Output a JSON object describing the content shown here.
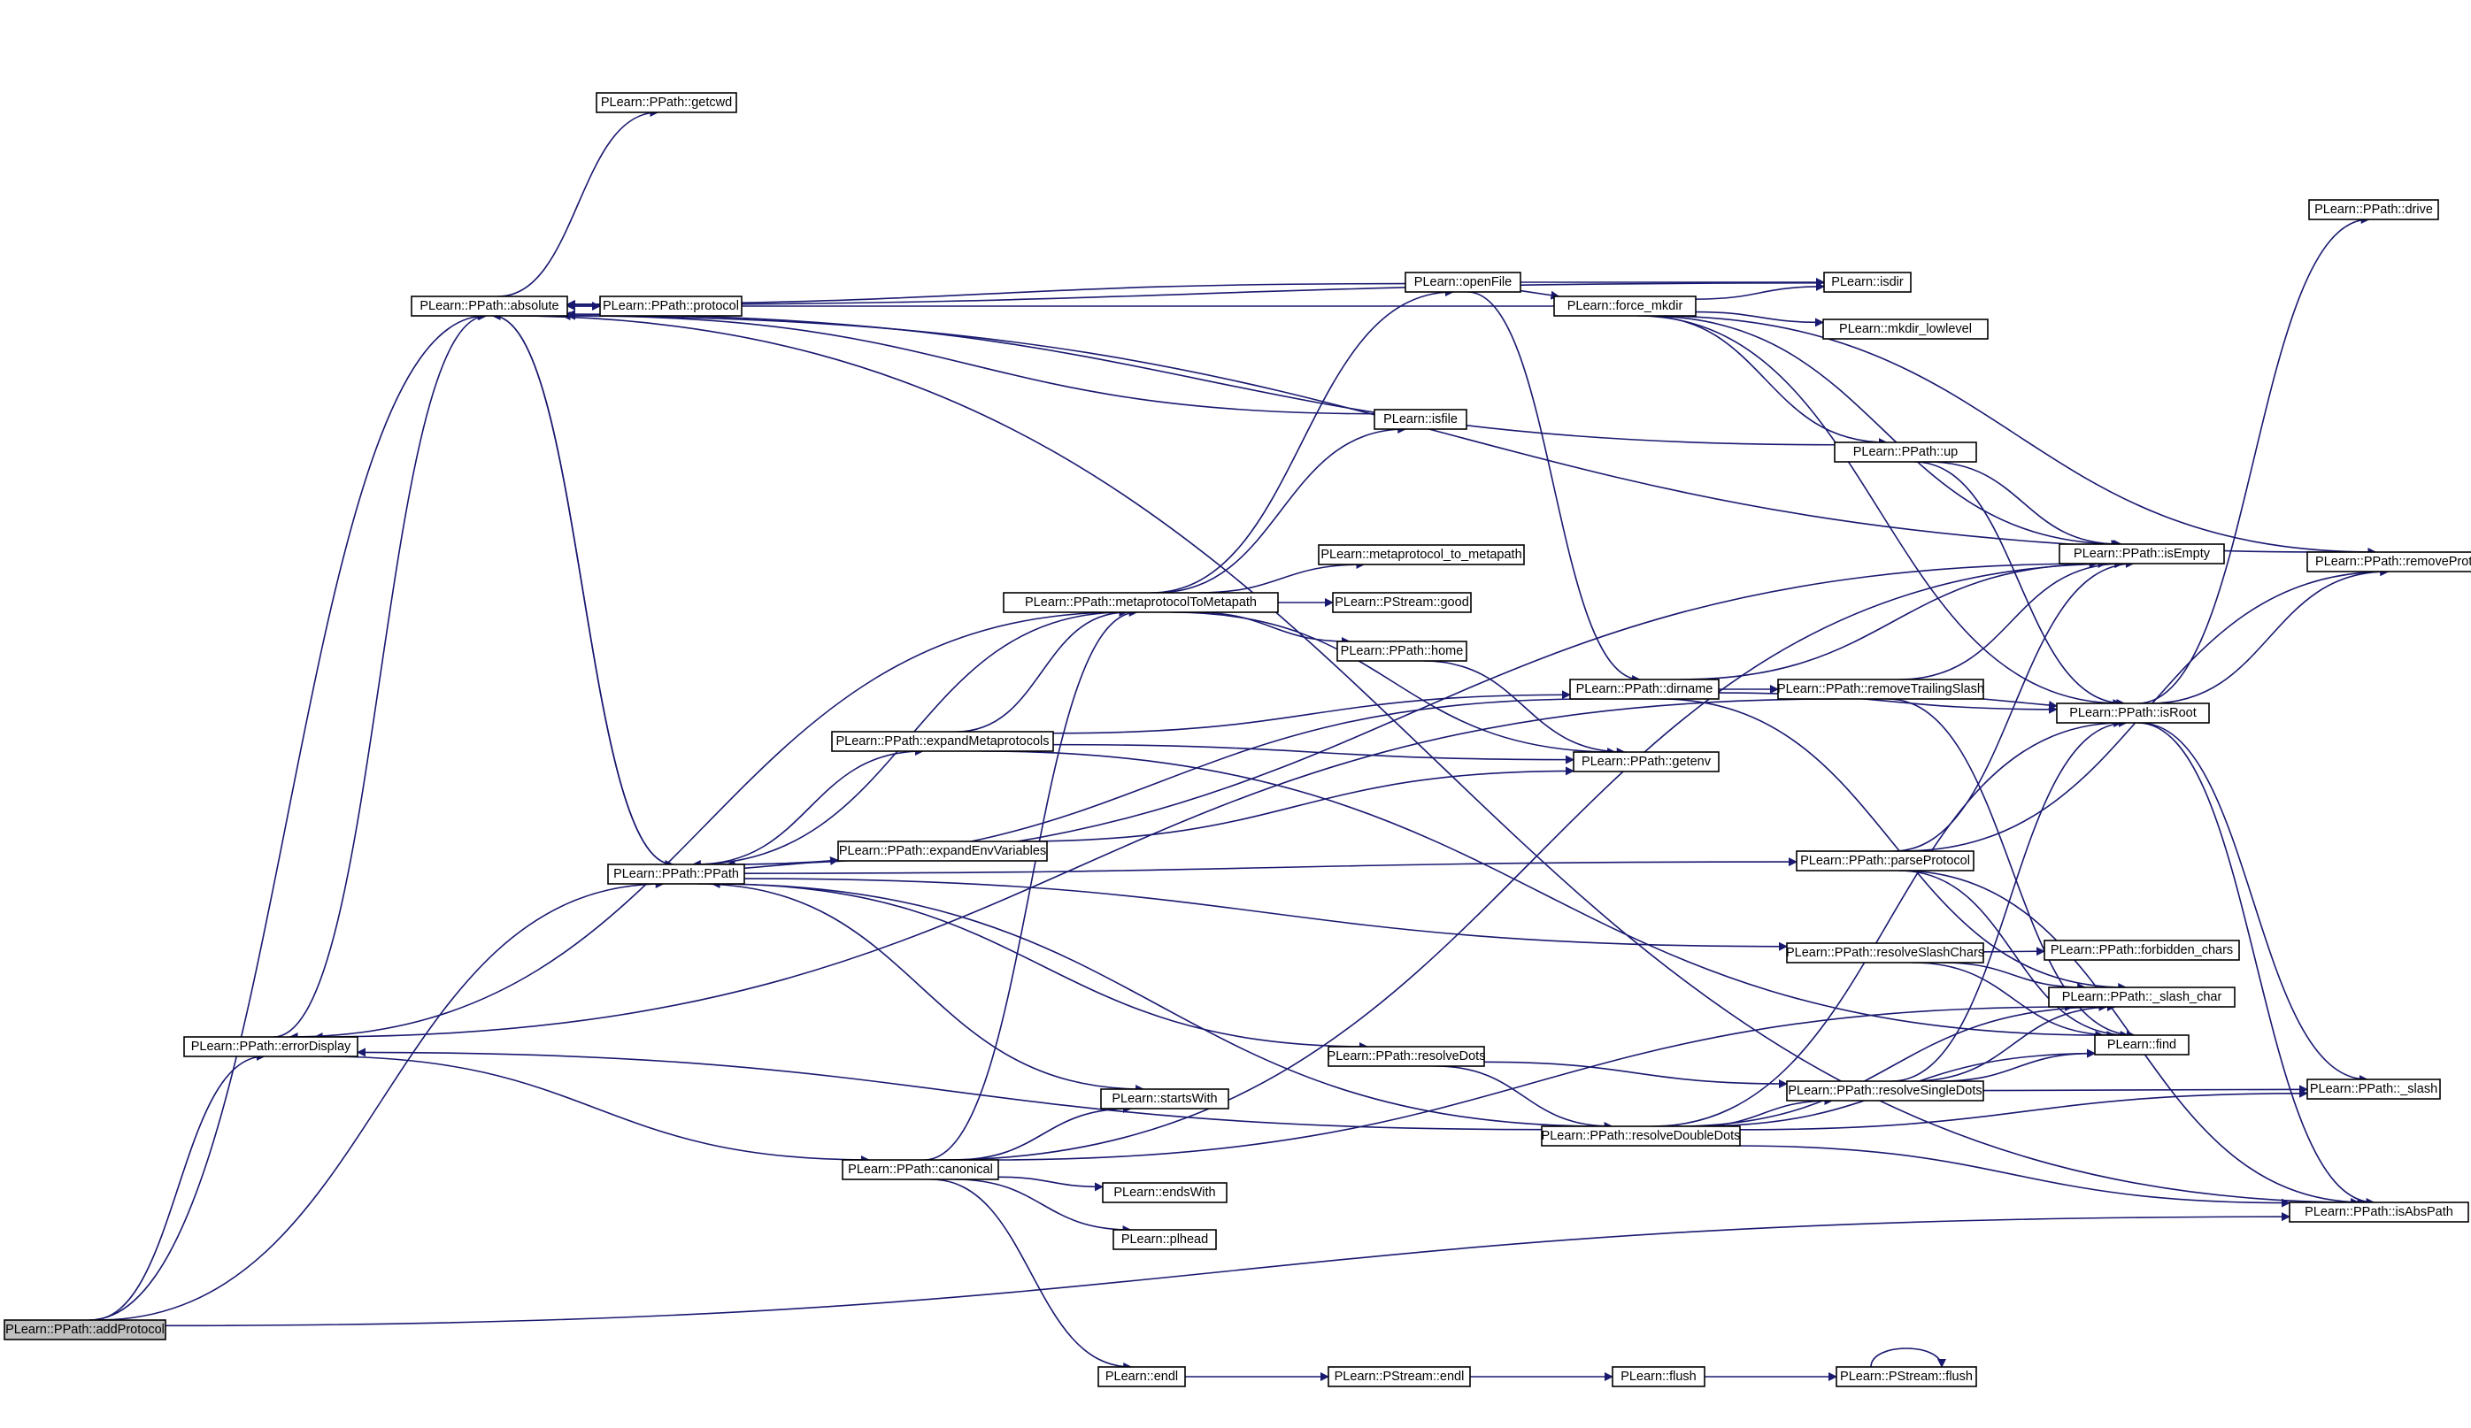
{
  "graph": {
    "nodes": [
      {
        "id": "addProtocol",
        "label": "PLearn::PPath::addProtocol",
        "current": true
      },
      {
        "id": "absolute",
        "label": "PLearn::PPath::absolute"
      },
      {
        "id": "getcwd",
        "label": "PLearn::PPath::getcwd"
      },
      {
        "id": "protocol",
        "label": "PLearn::PPath::protocol"
      },
      {
        "id": "openFile",
        "label": "PLearn::openFile"
      },
      {
        "id": "isdir",
        "label": "PLearn::isdir"
      },
      {
        "id": "force_mkdir",
        "label": "PLearn::force_mkdir"
      },
      {
        "id": "mkdir_lowlevel",
        "label": "PLearn::mkdir_lowlevel"
      },
      {
        "id": "drive",
        "label": "PLearn::PPath::drive"
      },
      {
        "id": "isfile",
        "label": "PLearn::isfile"
      },
      {
        "id": "up",
        "label": "PLearn::PPath::up"
      },
      {
        "id": "isEmpty",
        "label": "PLearn::PPath::isEmpty"
      },
      {
        "id": "removeProtocol",
        "label": "PLearn::PPath::removeProtocol"
      },
      {
        "id": "metaprotocol_to_metapath",
        "label": "PLearn::metaprotocol_to_metapath"
      },
      {
        "id": "metaprotocolToMetapath",
        "label": "PLearn::PPath::metaprotocolToMetapath"
      },
      {
        "id": "good",
        "label": "PLearn::PStream::good"
      },
      {
        "id": "home",
        "label": "PLearn::PPath::home"
      },
      {
        "id": "dirname",
        "label": "PLearn::PPath::dirname"
      },
      {
        "id": "removeTrailingSlash",
        "label": "PLearn::PPath::removeTrailingSlash"
      },
      {
        "id": "isRoot",
        "label": "PLearn::PPath::isRoot"
      },
      {
        "id": "expandMetaprotocols",
        "label": "PLearn::PPath::expandMetaprotocols"
      },
      {
        "id": "getenv",
        "label": "PLearn::PPath::getenv"
      },
      {
        "id": "expandEnvVariables",
        "label": "PLearn::PPath::expandEnvVariables"
      },
      {
        "id": "PPath",
        "label": "PLearn::PPath::PPath"
      },
      {
        "id": "parseProtocol",
        "label": "PLearn::PPath::parseProtocol"
      },
      {
        "id": "resolveSlashChars",
        "label": "PLearn::PPath::resolveSlashChars"
      },
      {
        "id": "forbidden_chars",
        "label": "PLearn::PPath::forbidden_chars"
      },
      {
        "id": "slash_char",
        "label": "PLearn::PPath::_slash_char"
      },
      {
        "id": "errorDisplay",
        "label": "PLearn::PPath::errorDisplay"
      },
      {
        "id": "resolveDots",
        "label": "PLearn::PPath::resolveDots"
      },
      {
        "id": "find",
        "label": "PLearn::find"
      },
      {
        "id": "resolveSingleDots",
        "label": "PLearn::PPath::resolveSingleDots"
      },
      {
        "id": "slash",
        "label": "PLearn::PPath::_slash"
      },
      {
        "id": "startsWith",
        "label": "PLearn::startsWith"
      },
      {
        "id": "resolveDoubleDots",
        "label": "PLearn::PPath::resolveDoubleDots"
      },
      {
        "id": "canonical",
        "label": "PLearn::PPath::canonical"
      },
      {
        "id": "endsWith",
        "label": "PLearn::endsWith"
      },
      {
        "id": "plhead",
        "label": "PLearn::plhead"
      },
      {
        "id": "isAbsPath",
        "label": "PLearn::PPath::isAbsPath"
      },
      {
        "id": "endl",
        "label": "PLearn::endl"
      },
      {
        "id": "pstream_endl",
        "label": "PLearn::PStream::endl"
      },
      {
        "id": "flush",
        "label": "PLearn::flush"
      },
      {
        "id": "pstream_flush",
        "label": "PLearn::PStream::flush"
      }
    ],
    "edges": [
      [
        "addProtocol",
        "absolute"
      ],
      [
        "addProtocol",
        "errorDisplay"
      ],
      [
        "addProtocol",
        "PPath"
      ],
      [
        "addProtocol",
        "isAbsPath"
      ],
      [
        "absolute",
        "getcwd"
      ],
      [
        "absolute",
        "protocol"
      ],
      [
        "absolute",
        "PPath"
      ],
      [
        "absolute",
        "isAbsPath"
      ],
      [
        "errorDisplay",
        "absolute"
      ],
      [
        "errorDisplay",
        "canonical"
      ],
      [
        "PPath",
        "absolute"
      ],
      [
        "PPath",
        "isEmpty"
      ],
      [
        "PPath",
        "expandMetaprotocols"
      ],
      [
        "PPath",
        "expandEnvVariables"
      ],
      [
        "PPath",
        "parseProtocol"
      ],
      [
        "PPath",
        "resolveSlashChars"
      ],
      [
        "PPath",
        "resolveDots"
      ],
      [
        "PPath",
        "startsWith"
      ],
      [
        "openFile",
        "absolute"
      ],
      [
        "openFile",
        "isdir"
      ],
      [
        "openFile",
        "force_mkdir"
      ],
      [
        "openFile",
        "dirname"
      ],
      [
        "force_mkdir",
        "absolute"
      ],
      [
        "force_mkdir",
        "isdir"
      ],
      [
        "force_mkdir",
        "mkdir_lowlevel"
      ],
      [
        "force_mkdir",
        "up"
      ],
      [
        "force_mkdir",
        "isEmpty"
      ],
      [
        "force_mkdir",
        "isRoot"
      ],
      [
        "force_mkdir",
        "removeProtocol"
      ],
      [
        "isdir",
        "absolute"
      ],
      [
        "isfile",
        "absolute"
      ],
      [
        "up",
        "absolute"
      ],
      [
        "up",
        "isEmpty"
      ],
      [
        "up",
        "isRoot"
      ],
      [
        "metaprotocolToMetapath",
        "openFile"
      ],
      [
        "metaprotocolToMetapath",
        "isfile"
      ],
      [
        "metaprotocolToMetapath",
        "metaprotocol_to_metapath"
      ],
      [
        "metaprotocolToMetapath",
        "good"
      ],
      [
        "metaprotocolToMetapath",
        "home"
      ],
      [
        "metaprotocolToMetapath",
        "getenv"
      ],
      [
        "metaprotocolToMetapath",
        "errorDisplay"
      ],
      [
        "metaprotocolToMetapath",
        "PPath"
      ],
      [
        "home",
        "getenv"
      ],
      [
        "expandMetaprotocols",
        "metaprotocolToMetapath"
      ],
      [
        "expandMetaprotocols",
        "getenv"
      ],
      [
        "expandMetaprotocols",
        "find"
      ],
      [
        "expandMetaprotocols",
        "dirname"
      ],
      [
        "expandEnvVariables",
        "getenv"
      ],
      [
        "dirname",
        "PPath"
      ],
      [
        "dirname",
        "isEmpty"
      ],
      [
        "dirname",
        "removeTrailingSlash"
      ],
      [
        "dirname",
        "isRoot"
      ],
      [
        "dirname",
        "slash_char"
      ],
      [
        "removeTrailingSlash",
        "errorDisplay"
      ],
      [
        "removeTrailingSlash",
        "isEmpty"
      ],
      [
        "removeTrailingSlash",
        "isRoot"
      ],
      [
        "removeTrailingSlash",
        "find"
      ],
      [
        "isRoot",
        "drive"
      ],
      [
        "isRoot",
        "removeProtocol"
      ],
      [
        "isRoot",
        "slash"
      ],
      [
        "isRoot",
        "isAbsPath"
      ],
      [
        "removeProtocol",
        "absolute"
      ],
      [
        "parseProtocol",
        "isEmpty"
      ],
      [
        "parseProtocol",
        "removeProtocol"
      ],
      [
        "parseProtocol",
        "find"
      ],
      [
        "parseProtocol",
        "isAbsPath"
      ],
      [
        "resolveSlashChars",
        "forbidden_chars"
      ],
      [
        "resolveSlashChars",
        "slash_char"
      ],
      [
        "resolveSlashChars",
        "find"
      ],
      [
        "resolveDots",
        "resolveSingleDots"
      ],
      [
        "resolveDots",
        "resolveDoubleDots"
      ],
      [
        "resolveSingleDots",
        "isRoot"
      ],
      [
        "resolveSingleDots",
        "slash_char"
      ],
      [
        "resolveSingleDots",
        "find"
      ],
      [
        "resolveSingleDots",
        "slash"
      ],
      [
        "resolveDoubleDots",
        "PPath"
      ],
      [
        "resolveDoubleDots",
        "resolveSingleDots"
      ],
      [
        "resolveDoubleDots",
        "isRoot"
      ],
      [
        "resolveDoubleDots",
        "slash_char"
      ],
      [
        "resolveDoubleDots",
        "find"
      ],
      [
        "resolveDoubleDots",
        "slash"
      ],
      [
        "resolveDoubleDots",
        "isAbsPath"
      ],
      [
        "resolveDoubleDots",
        "errorDisplay"
      ],
      [
        "canonical",
        "metaprotocolToMetapath"
      ],
      [
        "canonical",
        "isEmpty"
      ],
      [
        "canonical",
        "startsWith"
      ],
      [
        "canonical",
        "endsWith"
      ],
      [
        "canonical",
        "plhead"
      ],
      [
        "canonical",
        "endl"
      ],
      [
        "canonical",
        "slash_char"
      ],
      [
        "endl",
        "pstream_endl"
      ],
      [
        "pstream_endl",
        "flush"
      ],
      [
        "flush",
        "pstream_flush"
      ],
      [
        "pstream_flush",
        "pstream_flush"
      ]
    ]
  },
  "colors": {
    "edge": "#191970",
    "node_border": "#000000",
    "node_fill": "#ffffff",
    "current_node_fill": "#bfbfbf"
  }
}
